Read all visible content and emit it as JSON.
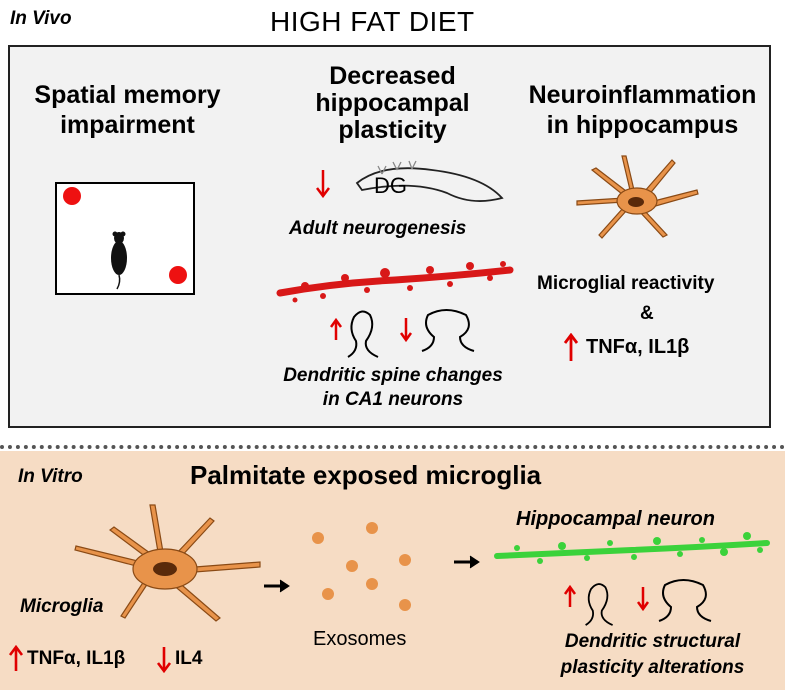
{
  "top": {
    "context_label": "In Vivo",
    "title": "HIGH FAT DIET",
    "col1": {
      "heading_line1": "Spatial memory",
      "heading_line2": "impairment"
    },
    "col2": {
      "heading_line1": "Decreased",
      "heading_line2": "hippocampal",
      "heading_line3": "plasticity",
      "dg_label": "DG",
      "neurogenesis_label": "Adult neurogenesis",
      "spine_caption_line1": "Dendritic spine changes",
      "spine_caption_line2": "in CA1 neurons"
    },
    "col3": {
      "heading_line1": "Neuroinflammation",
      "heading_line2": "in hippocampus",
      "reactivity_label": "Microglial reactivity",
      "ampersand": "&",
      "cytokines": "TNFα, IL1β"
    }
  },
  "bottom": {
    "context_label": "In Vitro",
    "title": "Palmitate exposed microglia",
    "microglia_label": "Microglia",
    "cytokines_up": "TNFα, IL1β",
    "cytokine_down": "IL4",
    "exosomes_label": "Exosomes",
    "neuron_label": "Hippocampal neuron",
    "alterations_line1": "Dendritic structural",
    "alterations_line2": "plasticity alterations"
  },
  "colors": {
    "arrow_red": "#e00000",
    "microglia_orange": "#e8934a",
    "panel_beige": "#f6dcc4",
    "box_gray": "#f2f2f2",
    "dendrite_red": "#d81818",
    "dendrite_green": "#3bd23b"
  },
  "icons": [
    "arrow-up-icon",
    "arrow-down-icon",
    "arrow-right-icon",
    "microglia-icon",
    "mouse-icon",
    "dendrite-icon",
    "spine-icon"
  ]
}
